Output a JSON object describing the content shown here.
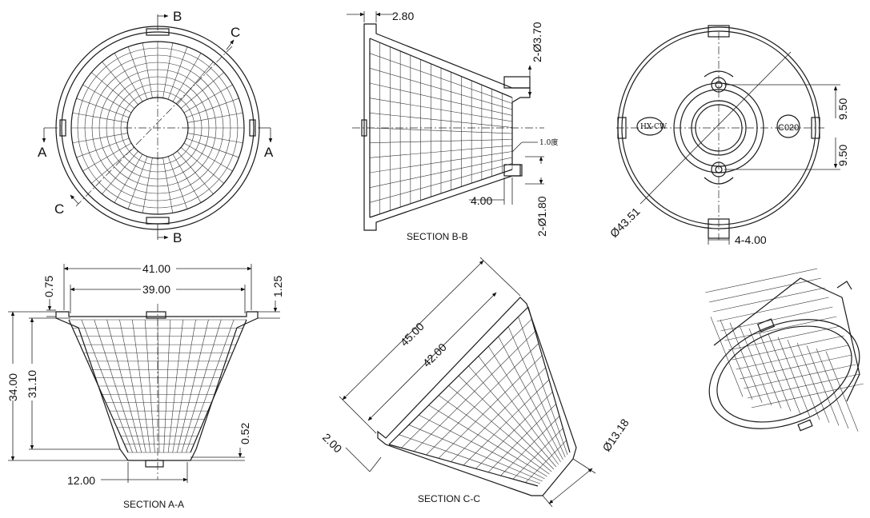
{
  "views": {
    "front": {
      "section_b_top": "B",
      "section_b_bottom": "B",
      "section_c_top": "C",
      "section_c_bottom": "C",
      "section_a_left": "A",
      "section_a_right": "A"
    },
    "section_bb": {
      "caption": "SECTION B-B",
      "dim_top": "2.80",
      "dim_holes_top": "2-Ø3.70",
      "dim_angle": "1.0度",
      "dim_tip": "4.00",
      "dim_holes_bottom": "2-Ø1.80"
    },
    "back": {
      "dim_diameter": "Ø43.51",
      "dim_slots": "4-4.00",
      "dim_upper": "9.50",
      "dim_lower": "9.50",
      "label_left": "HX-CW",
      "label_right": "C020"
    },
    "section_aa": {
      "caption": "SECTION A-A",
      "dim_outer_width": "41.00",
      "dim_inner_width": "39.00",
      "dim_rim_left": "0.75",
      "dim_rim_right": "1.25",
      "dim_total_height": "34.00",
      "dim_inner_height": "31.10",
      "dim_base": "0.52",
      "dim_bottom_width": "12.00"
    },
    "section_cc": {
      "caption": "SECTION C-C",
      "dim_length_outer": "45.00",
      "dim_length_inner": "42.00",
      "dim_wall": "2.00",
      "dim_tip_diameter": "Ø13.18"
    }
  }
}
